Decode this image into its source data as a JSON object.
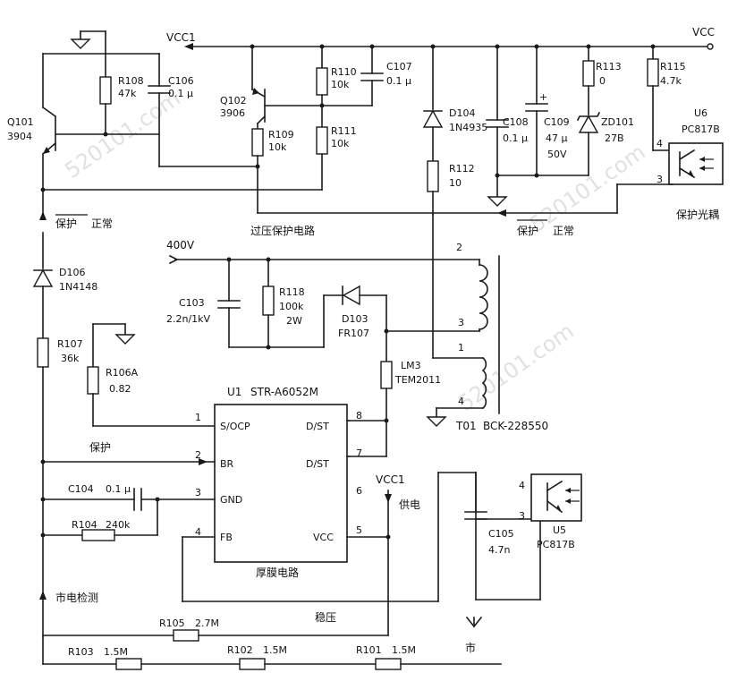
{
  "labels": {
    "vcc1_top": "VCC1",
    "vcc_top": "VCC",
    "r108": "R108",
    "r108_val": "47k",
    "c106": "C106",
    "c106_val": "0.1 µ",
    "q101": "Q101",
    "q101_type": "3904",
    "q102": "Q102",
    "q102_type": "3906",
    "r110": "R110",
    "r110_val": "10k",
    "c107": "C107",
    "c107_val": "0.1 µ",
    "r109": "R109",
    "r109_val": "10k",
    "r111": "R111",
    "r111_val": "10k",
    "d104": "D104",
    "d104_type": "1N4935",
    "c108": "C108",
    "c108_val": "0.1 µ",
    "c109": "C109",
    "c109_val": "47 µ",
    "c109_v": "50V",
    "zd101": "ZD101",
    "zd101_val": "27B",
    "r113": "R113",
    "r113_val": "0",
    "r115": "R115",
    "r115_val": "4.7k",
    "u6": "U6",
    "u6_type": "PC817B",
    "r112": "R112",
    "r112_val": "10",
    "protect_normal_left": "保护",
    "normal_left": "正常",
    "ovp_title": "过压保护电路",
    "protect_optocoupler": "保护光耦",
    "protect_normal_right": "保护",
    "normal_right": "正常",
    "v400": "400V",
    "d106": "D106",
    "d106_type": "1N4148",
    "c103": "C103",
    "c103_val": "2.2n/1kV",
    "r118": "R118",
    "r118_val": "100k",
    "r118_w": "2W",
    "d103": "D103",
    "d103_type": "FR107",
    "r107": "R107",
    "r107_val": "36k",
    "r106a": "R106A",
    "r106a_val": "0.82",
    "lm3": "LM3",
    "lm3_type": "TEM2011",
    "u1": "U1",
    "u1_type": "STR-A6052M",
    "t01": "T01",
    "t01_type": "BCK-228550",
    "pin1": "1",
    "pin2": "2",
    "pin3": "3",
    "pin4": "4",
    "pin5": "5",
    "pin6": "6",
    "pin7": "7",
    "pin8": "8",
    "s_ocp": "S/OCP",
    "br": "BR",
    "gnd": "GND",
    "fb": "FB",
    "d_st_1": "D/ST",
    "d_st_2": "D/ST",
    "vcc_pin": "VCC",
    "thick_film": "厚膜电路",
    "protect_br": "保护",
    "c104": "C104",
    "c104_val": "0.1 µ",
    "r104": "R104",
    "r104_val": "240k",
    "vcc1_mid": "VCC1",
    "power_supply": "供电",
    "c105": "C105",
    "c105_val": "4.7n",
    "u5": "U5",
    "u5_type": "PC817B",
    "mains_detect": "市电检测",
    "regulation": "稳压",
    "r105": "R105",
    "r105_val": "2.7M",
    "r103": "R103",
    "r103_val": "1.5M",
    "r102": "R102",
    "r102_val": "1.5M",
    "r101": "R101",
    "r101_val": "1.5M",
    "mains_bottom": "市",
    "t_pin2": "2",
    "t_pin3": "3",
    "t_pin1": "1",
    "t_pin4": "4",
    "u6_pin4": "4",
    "u6_pin3": "3",
    "u5_pin4": "4",
    "u5_pin3": "3"
  },
  "watermark": "520101.com"
}
